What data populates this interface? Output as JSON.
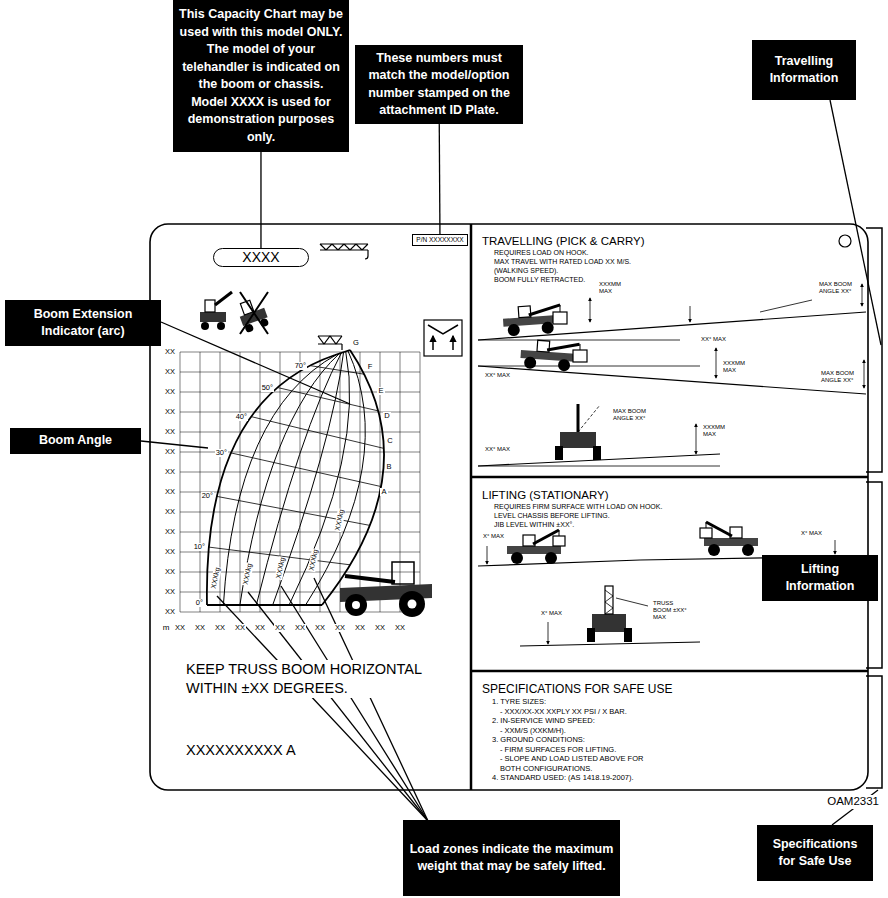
{
  "diagram": {
    "nodes": [
      {
        "text": [
          "This Capacity Chart may be used with this model ONLY. The model of your telehandler is indicated on the boom or chassis. Model XXXX is used for demonstration purposes only."
        ]
      },
      {
        "text": [
          "These numbers must match the model/option number stamped on the attachment ID Plate."
        ]
      },
      {
        "text": [
          "Travelling Information"
        ]
      },
      {
        "text": [
          "XXXX"
        ]
      },
      {
        "text": [
          "P/N XXXXXXXX"
        ]
      },
      {
        "text": [
          "TRAVELLING (PICK & CARRY)",
          "REQUIRES LOAD ON HOOK.",
          "MAX TRAVEL WITH RATED LOAD XX M/S.",
          "(WALKING SPEED).",
          "BOOM FULLY RETRACTED."
        ]
      },
      {
        "text": [
          "Boom Extension Indicator (arc)"
        ]
      },
      {
        "text": [
          "Boom Angle"
        ]
      },
      {
        "text": [
          "LIFTING (STATIONARY)",
          "REQUIRES FIRM SURFACE WITH LOAD ON HOOK.",
          "LEVEL CHASSIS BEFORE LIFTING.",
          "JIB LEVEL WITHIN ±XX°."
        ]
      },
      {
        "text": [
          "Lifting Information"
        ]
      },
      {
        "text": [
          "SPECIFICATIONS FOR SAFE USE",
          "1. TYRE SIZES:",
          "- XXX/XX-XX XXPLY XX PSI / X BAR.",
          "2. IN-SERVICE WIND SPEED:",
          "- XXM/S (XXKM/H).",
          "3. GROUND CONDITIONS:",
          "- FIRM SURFACES FOR LIFTING.",
          "- SLOPE AND LOAD LISTED ABOVE FOR BOTH CONFIGURATIONS.",
          "4. STANDARD USED: (AS 1418.19-2007)."
        ]
      },
      {
        "text": [
          "Load zones indicate the maximum weight that may be safely lifted."
        ]
      },
      {
        "text": [
          "Specifications for Safe Use"
        ]
      }
    ],
    "edges": [
      {
        "from": 0,
        "to": 3,
        "arrow": "none"
      },
      {
        "from": 1,
        "to": 4,
        "arrow": "none"
      }
    ],
    "labels": [
      "KEEP TRUSS BOOM HORIZONTAL WITHIN ±XX DEGREES.",
      "XXXXXXXXXX A",
      "OAM2331",
      "m",
      "XX",
      "XX",
      "XX",
      "XX",
      "XX",
      "XX",
      "XX",
      "XX",
      "XX",
      "XX",
      "XX",
      "XX",
      "XX",
      "XX",
      "XX",
      "XX",
      "XX",
      "XX",
      "XX",
      "XX",
      "XX",
      "XX",
      "XX",
      "XX",
      "XX",
      "XX",
      "70°",
      "50°",
      "40°",
      "30°",
      "20°",
      "10°",
      "0°",
      "G",
      "F",
      "E",
      "D",
      "C",
      "B",
      "A",
      "XXXkg",
      "XXXkg",
      "XXXkg",
      "XXXkg",
      "XXXkg",
      "XXXMM MAX",
      "MAX BOOM ANGLE XX°",
      "XX° MAX",
      "XXXMM MAX",
      "MAX BOOM ANGLE XX°",
      "XX° MAX",
      "MAX BOOM ANGLE XX°",
      "XXXMM MAX",
      "XX° MAX",
      "X° MAX",
      "X° MAX",
      "X° MAX",
      "TRUSS BOOM ±XX° MAX"
    ]
  }
}
